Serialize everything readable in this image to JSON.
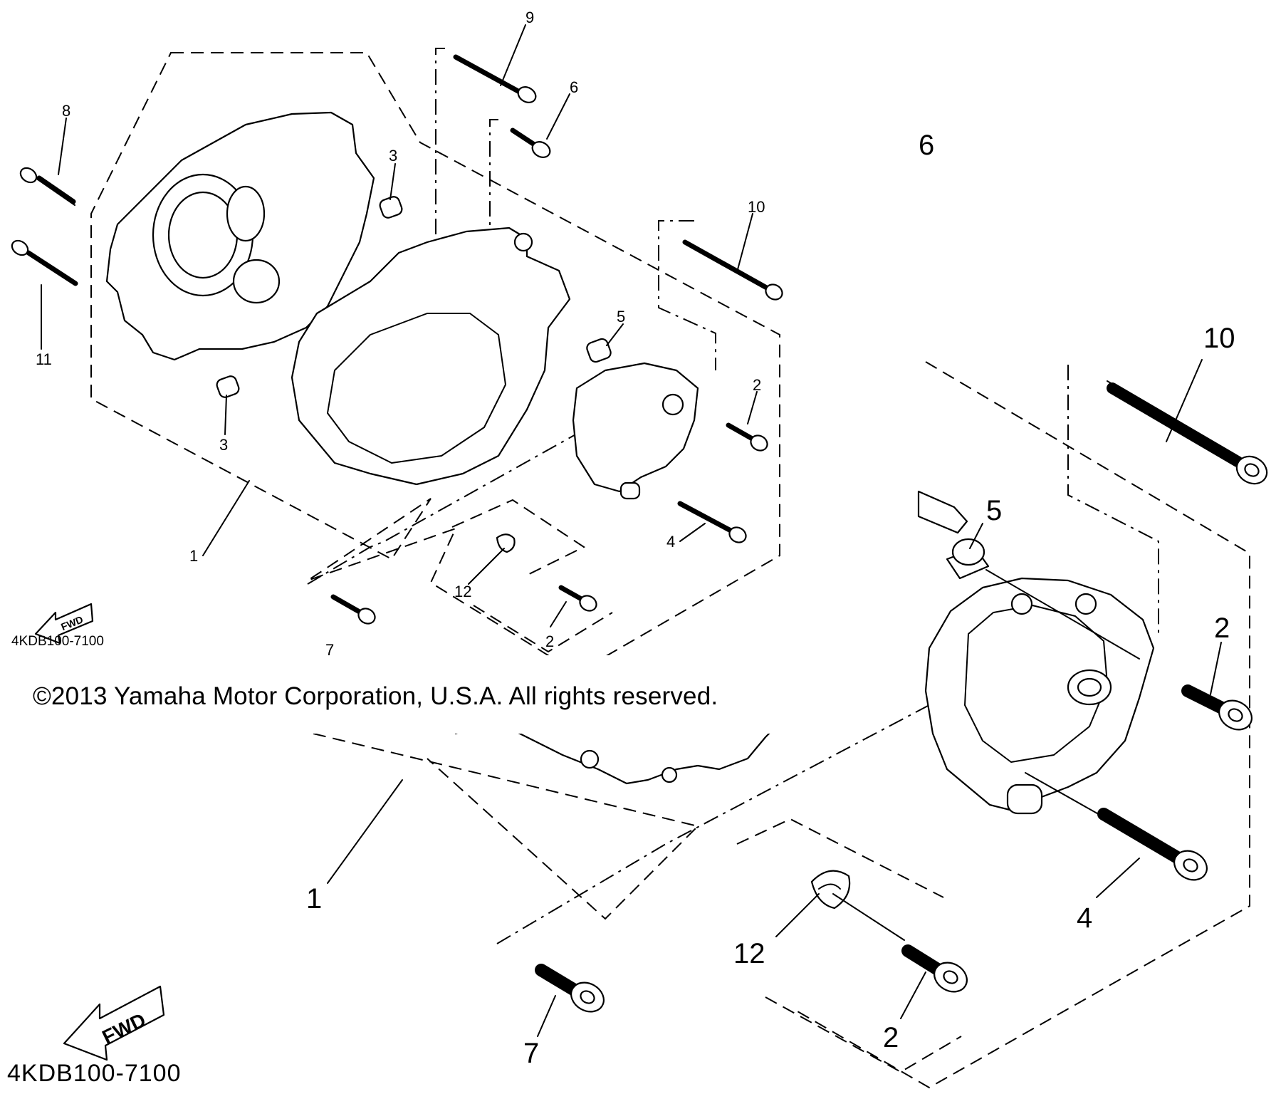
{
  "diagram": {
    "copyright": "©2013 Yamaha Motor Corporation, U.S.A. All rights reserved.",
    "part_code_small": "4KDB100-7100",
    "part_code_large": "4KDB100-7100",
    "fwd_label": "FWD",
    "callouts_small": {
      "c1": "1",
      "c2a": "2",
      "c2b": "2",
      "c3a": "3",
      "c3b": "3",
      "c4": "4",
      "c5": "5",
      "c6": "6",
      "c7": "7",
      "c8": "8",
      "c9": "9",
      "c10": "10",
      "c11": "11",
      "c12": "12"
    },
    "callouts_large": {
      "c1": "1",
      "c2a": "2",
      "c2b": "2",
      "c4": "4",
      "c5": "5",
      "c6": "6",
      "c7": "7",
      "c10": "10",
      "c12": "12"
    }
  }
}
